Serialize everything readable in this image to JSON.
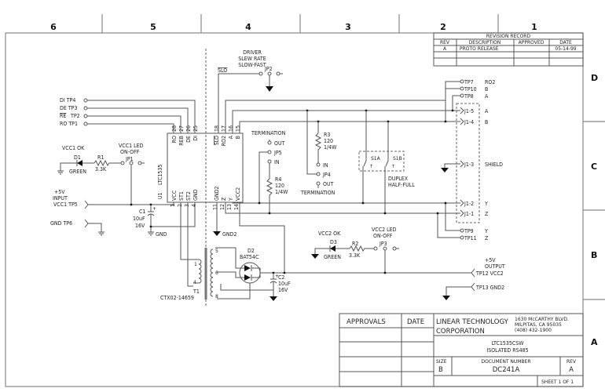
{
  "zones": {
    "columns": [
      "6",
      "5",
      "4",
      "3",
      "2",
      "1"
    ],
    "rows": [
      "D",
      "C",
      "B",
      "A"
    ]
  },
  "revision_record": {
    "title": "REVISION RECORD",
    "headers": [
      "REV",
      "DESCRIPTION",
      "APPROVED",
      "DATE"
    ],
    "rows": [
      [
        "A",
        "PROTO RELEASE",
        "",
        "05-14-99"
      ]
    ]
  },
  "inputs": {
    "di": "DI  TP4",
    "de": "DE  TP3",
    "re_sig": "RE",
    "re_tp": "TP2",
    "ro": "RO  TP1",
    "plus5v": "+5V",
    "input": "INPUT",
    "vcc1": "VCC1 TP5",
    "gnd": "GND  TP6"
  },
  "ic": {
    "ref": "U1",
    "part": "LTC1535",
    "top_left_pins": [
      {
        "num": "28",
        "name": "RO"
      },
      {
        "num": "27",
        "name": "REB"
      },
      {
        "num": "26",
        "name": "DE"
      },
      {
        "num": "25",
        "name": "DI"
      }
    ],
    "top_right_pins": [
      {
        "num": "18",
        "name": "SLO"
      },
      {
        "num": "17",
        "name": "RO2"
      },
      {
        "num": "16",
        "name": "A"
      },
      {
        "num": "15",
        "name": "B"
      }
    ],
    "bottom_left_pins": [
      {
        "num": "1",
        "name": "VCC"
      },
      {
        "num": "2",
        "name": "ST1"
      },
      {
        "num": "3",
        "name": "ST2"
      },
      {
        "num": "4",
        "name": "GND"
      }
    ],
    "bottom_right_pins": [
      {
        "num": "11",
        "name": "GND2"
      },
      {
        "num": "12",
        "name": "Z"
      },
      {
        "num": "13",
        "name": "Y"
      },
      {
        "num": "14",
        "name": "VCC2"
      }
    ]
  },
  "led1": {
    "title": "VCC1 OK",
    "ref": "D1",
    "color": "GREEN"
  },
  "r1": {
    "ref": "R1",
    "value": "3.3K"
  },
  "jp1": {
    "line1": "VCC1 LED",
    "line2": "ON-OFF",
    "ref": "JP1"
  },
  "c1": {
    "ref": "C1",
    "value": "10uF",
    "voltage": "16V",
    "gnd": "GND"
  },
  "jp2": {
    "line1": "DRIVER",
    "line2": "SLEW RATE",
    "line3": "SLOW-FAST",
    "ref": "JP2",
    "net": "SLO"
  },
  "termination_top": {
    "title": "TERMINATION",
    "out": "OUT",
    "ref": "JP5",
    "in": "IN"
  },
  "r4": {
    "ref": "R4",
    "value": "120",
    "power": "1/4W"
  },
  "r3": {
    "ref": "R3",
    "value": "120",
    "power": "1/4W"
  },
  "termination_bottom": {
    "in": "IN",
    "ref": "JP4",
    "out": "OUT",
    "title": "TERMINATION"
  },
  "switch": {
    "a": "S1A",
    "b": "S1B",
    "line1": "DUPLEX",
    "line2": "HALF-FULL"
  },
  "outputs": {
    "tp7": "TP7",
    "tp7_net": "RO2",
    "tp10": "TP10",
    "tp10_net": "B",
    "tp8": "TP8",
    "tp8_net": "A",
    "j1_5": "J1-5",
    "j1_5_net": "A",
    "j1_4": "J1-4",
    "j1_4_net": "B",
    "j1_3": "J1-3",
    "j1_3_net": "SHIELD",
    "j1_2": "J1-2",
    "j1_2_net": "Y",
    "j1_1": "J1-1",
    "j1_1_net": "Z",
    "tp9": "TP9",
    "tp9_net": "Y",
    "tp11": "TP11",
    "tp11_net": "Z"
  },
  "gnd2_label": "GND2",
  "transformer": {
    "ref": "T1",
    "part": "CTX02-14659",
    "pins": [
      "1",
      "4",
      "5",
      "6",
      "8"
    ]
  },
  "d2": {
    "ref": "D2",
    "part": "BAT54C"
  },
  "c2": {
    "ref": "C2",
    "value": "10uF",
    "voltage": "16V"
  },
  "led3": {
    "title": "VCC2 OK",
    "ref": "D3",
    "color": "GREEN"
  },
  "r2": {
    "ref": "R2",
    "value": "3.3K"
  },
  "jp3": {
    "line1": "VCC2 LED",
    "line2": "ON-OFF",
    "ref": "JP3"
  },
  "vcc2_out": {
    "line1": "+5V",
    "line2": "OUTPUT",
    "tp": "TP12 VCC2"
  },
  "gnd2_out": {
    "tp": "TP13 GND2"
  },
  "title_block": {
    "approvals": "APPROVALS",
    "date": "DATE",
    "company1": "LINEAR TECHNOLOGY",
    "company2": "CORPORATION",
    "address1": "1630 McCARTHY BLVD.",
    "address2": "MILPITAS, CA 95035",
    "phone": "(408) 432-1900",
    "title1": "LTC1535CSW",
    "title2": "ISOLATED RS485",
    "size_label": "SIZE",
    "size": "B",
    "docnum_label": "DOCUMENT NUMBER",
    "docnum": "DC241A",
    "rev_label": "REV",
    "rev": "A",
    "sheet": "SHEET 1 OF 1"
  }
}
